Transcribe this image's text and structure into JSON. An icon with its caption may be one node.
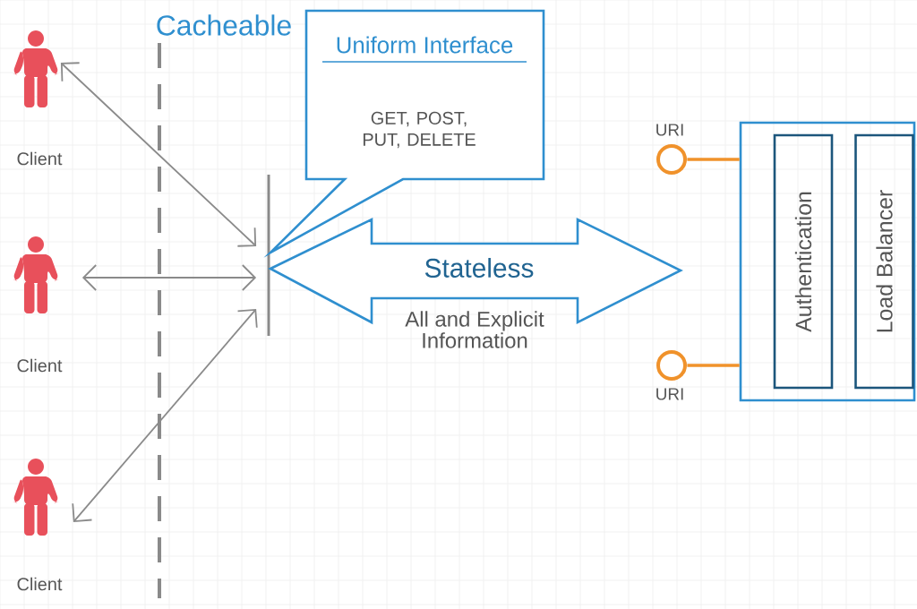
{
  "diagram": {
    "nodes": [
      {
        "text": [
          "Client"
        ]
      },
      {
        "text": [
          "Client"
        ]
      },
      {
        "text": [
          "Client"
        ]
      },
      {
        "text": [],
        "shape": "bar"
      },
      {
        "text": [
          "Uniform Interface",
          "GET, POST, PUT, DELETE"
        ]
      },
      {
        "text": [
          "Stateless",
          "All and Explicit Information"
        ]
      },
      {
        "text": [
          "URI"
        ]
      },
      {
        "text": [
          "URI"
        ]
      },
      {
        "text": [],
        "shape": "box"
      },
      {
        "text": [
          "Authentication"
        ],
        "in": 8
      },
      {
        "text": [
          "Load Balancer"
        ],
        "in": 8
      }
    ],
    "edges": [
      {
        "from": 0,
        "to": 3,
        "arrow": "both"
      },
      {
        "from": 1,
        "to": 3,
        "arrow": "both"
      },
      {
        "from": 2,
        "to": 3,
        "arrow": "both"
      },
      {
        "from": 6,
        "to": 8,
        "arrow": "none",
        "style": "thick",
        "color": "#f0922b"
      },
      {
        "from": 7,
        "to": 8,
        "arrow": "none",
        "style": "thick",
        "color": "#f0922b"
      }
    ],
    "labels": [
      "Cacheable"
    ]
  }
}
